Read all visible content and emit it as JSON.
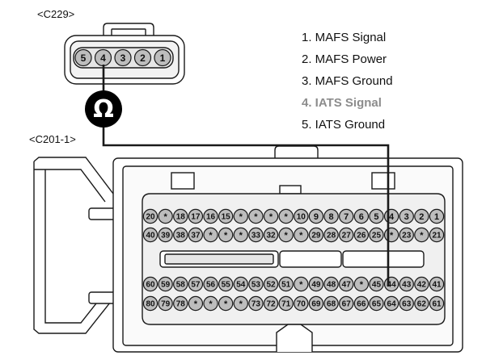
{
  "connectors": {
    "top": {
      "label": "<C229>",
      "pins": [
        "5",
        "4",
        "3",
        "2",
        "1"
      ]
    },
    "bottom": {
      "label": "<C201-1>",
      "rows": [
        [
          "20",
          "*",
          "18",
          "17",
          "16",
          "15",
          "*",
          "*",
          "*",
          "*",
          "10",
          "9",
          "8",
          "7",
          "6",
          "5",
          "4",
          "3",
          "2",
          "1"
        ],
        [
          "40",
          "39",
          "38",
          "37",
          "*",
          "*",
          "*",
          "33",
          "32",
          "*",
          "*",
          "29",
          "28",
          "27",
          "26",
          "25",
          "*",
          "23",
          "*",
          "21"
        ],
        [
          "60",
          "59",
          "58",
          "57",
          "56",
          "55",
          "54",
          "53",
          "52",
          "51",
          "*",
          "49",
          "48",
          "47",
          "*",
          "45",
          "44",
          "43",
          "42",
          "41"
        ],
        [
          "80",
          "79",
          "78",
          "*",
          "*",
          "*",
          "*",
          "73",
          "72",
          "71",
          "70",
          "69",
          "68",
          "67",
          "66",
          "65",
          "64",
          "63",
          "62",
          "61"
        ]
      ]
    }
  },
  "meter_symbol": "Ω",
  "legend": [
    {
      "text": "1. MAFS Signal",
      "highlight": false
    },
    {
      "text": "2. MAFS Power",
      "highlight": false
    },
    {
      "text": "3. MAFS Ground",
      "highlight": false
    },
    {
      "text": "4. IATS Signal",
      "highlight": true
    },
    {
      "text": "5. IATS Ground",
      "highlight": false
    }
  ],
  "colors": {
    "line": "#1a1a1a",
    "pin_fill": "#bdbdbd",
    "highlight_text": "#8c8c8c",
    "meter_bg": "#000000",
    "meter_fg": "#ffffff"
  }
}
